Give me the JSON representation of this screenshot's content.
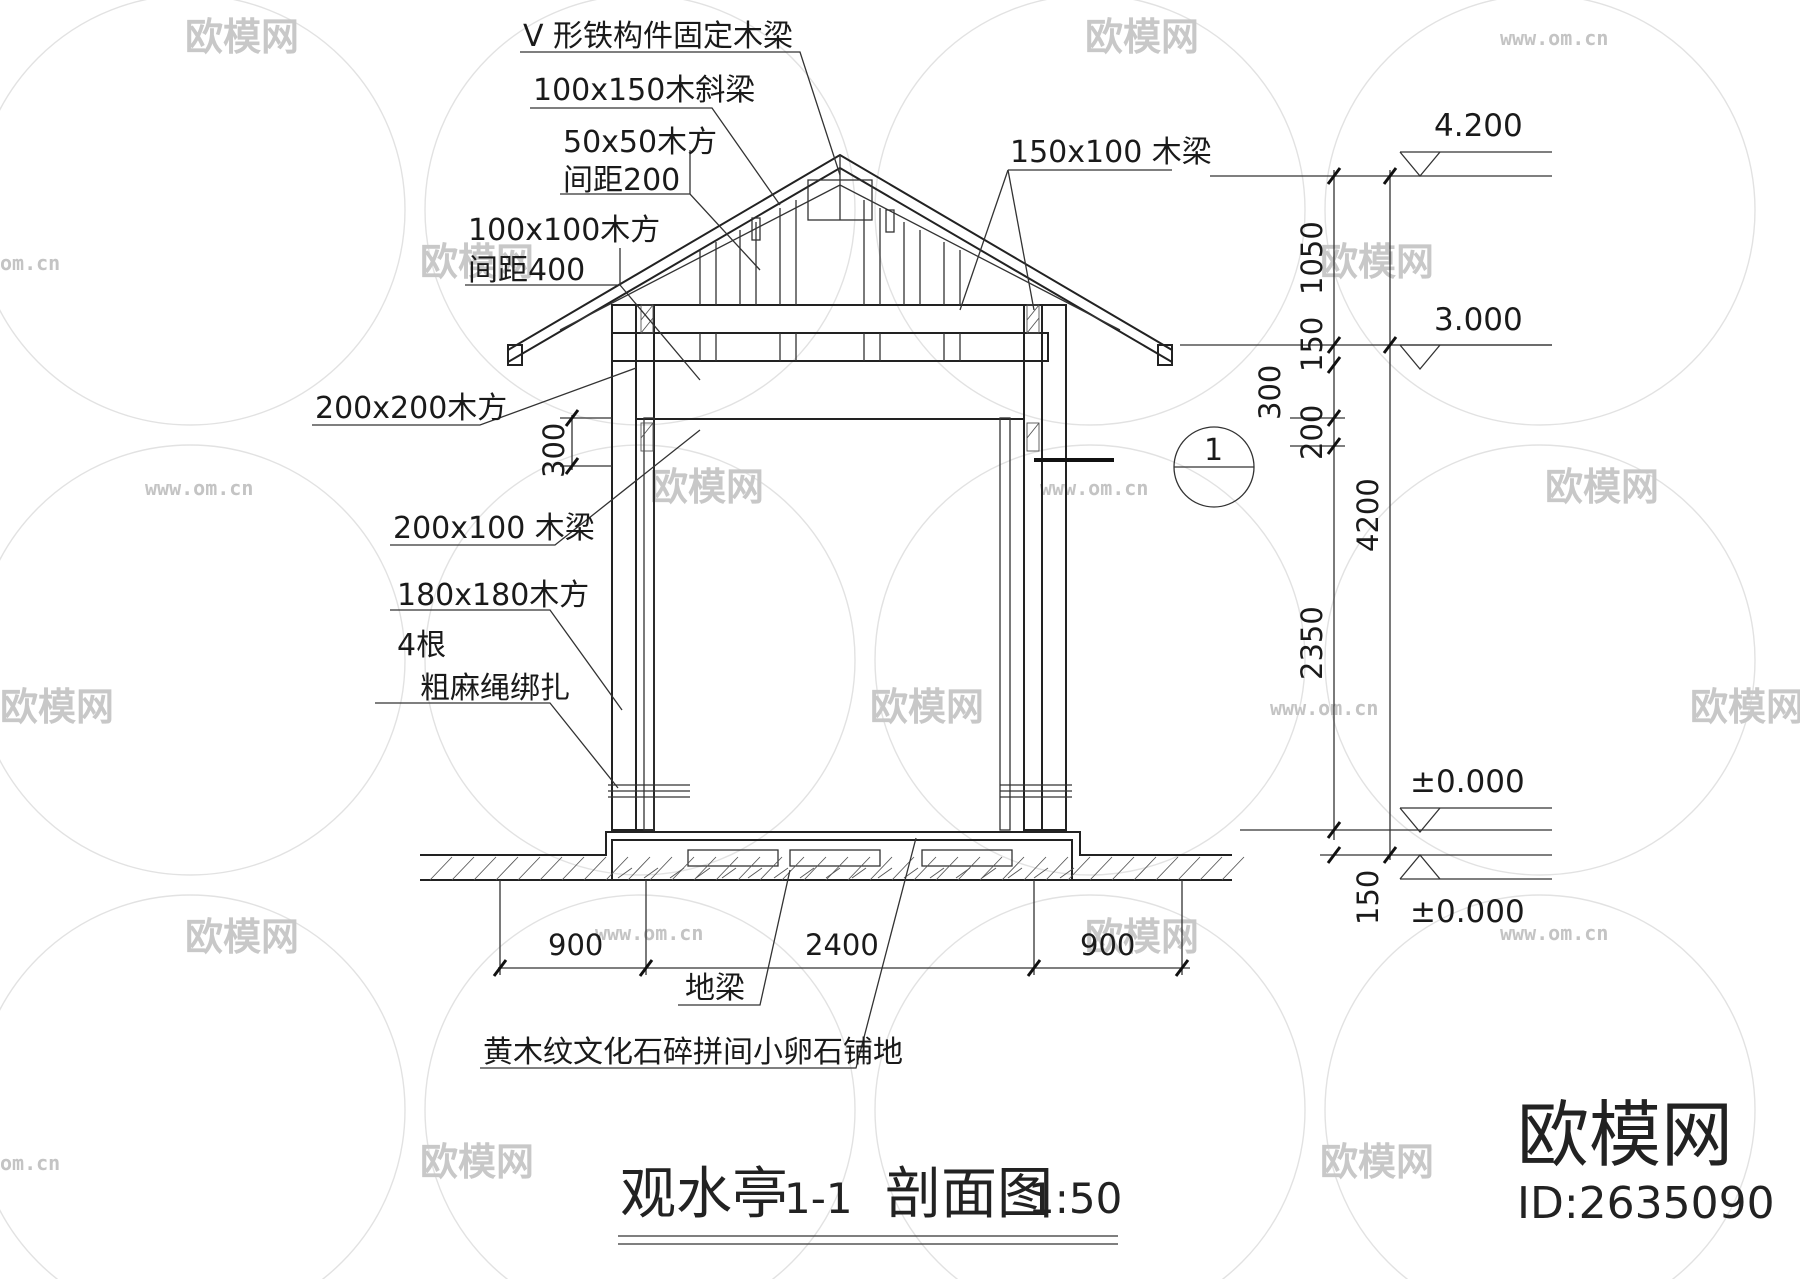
{
  "title": {
    "name": "观水亭",
    "section": "1-1",
    "kind": "剖面图",
    "scale": "1:50"
  },
  "labels": {
    "v_bracket": "V 形铁构件固定木梁",
    "rafter_beam": "100x150木斜梁",
    "purlin": "50x50木方",
    "purlin_spacing": "间距200",
    "square_timber": "100x100木方",
    "square_spacing": "间距400",
    "top_beam": "150x100 木梁",
    "square_200": "200x200木方",
    "beam_200x100": "200x100 木梁",
    "post": "180x180木方",
    "post_count": "4根",
    "rope": "粗麻绳绑扎",
    "ground_beam": "地梁",
    "paving": "黄木纹文化石碎拼间小卵石铺地"
  },
  "dimensions": {
    "horizontal": [
      "900",
      "2400",
      "900"
    ],
    "right_chain": [
      "1050",
      "150",
      "300",
      "200",
      "2350"
    ],
    "right_total": "4200",
    "left_300": "300",
    "base_150": "150"
  },
  "elevations": [
    "4.200",
    "3.000",
    "±0.000",
    "±0.000"
  ],
  "section_marker": "1",
  "watermark": {
    "text": "欧模网",
    "url": "www.om.cn",
    "url_short": "om.cn"
  },
  "brand": {
    "name": "欧模网",
    "id": "ID:2635090"
  }
}
